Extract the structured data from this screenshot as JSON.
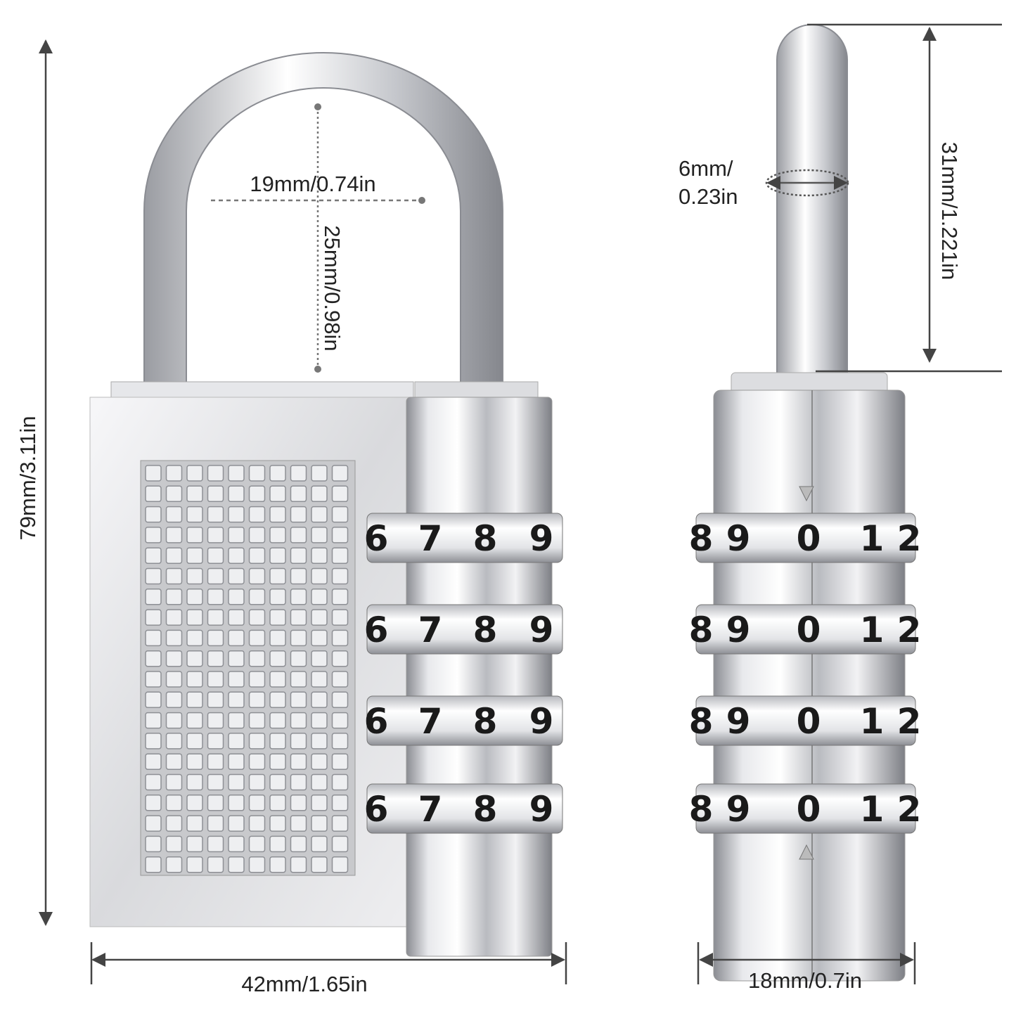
{
  "dimensions": {
    "front_height": "79mm/3.11in",
    "front_width": "42mm/1.65in",
    "shackle_inner_width": "19mm/0.74in",
    "shackle_inner_height": "25mm/0.98in",
    "shackle_diameter_line1": "6mm/",
    "shackle_diameter_line2": "0.23in",
    "shackle_clearance": "31mm/1.221in",
    "side_width": "18mm/0.7in"
  },
  "front_lock": {
    "dial_digits": [
      "6",
      "7",
      "8",
      "9"
    ],
    "dial_count": 4
  },
  "side_lock": {
    "dial_digits": [
      "8",
      "9",
      "0",
      "1",
      "2"
    ],
    "dial_count": 4
  },
  "colors": {
    "metal_light": "#f4f4f6",
    "metal_dark": "#7d7f85",
    "dimension_line": "#333333"
  }
}
